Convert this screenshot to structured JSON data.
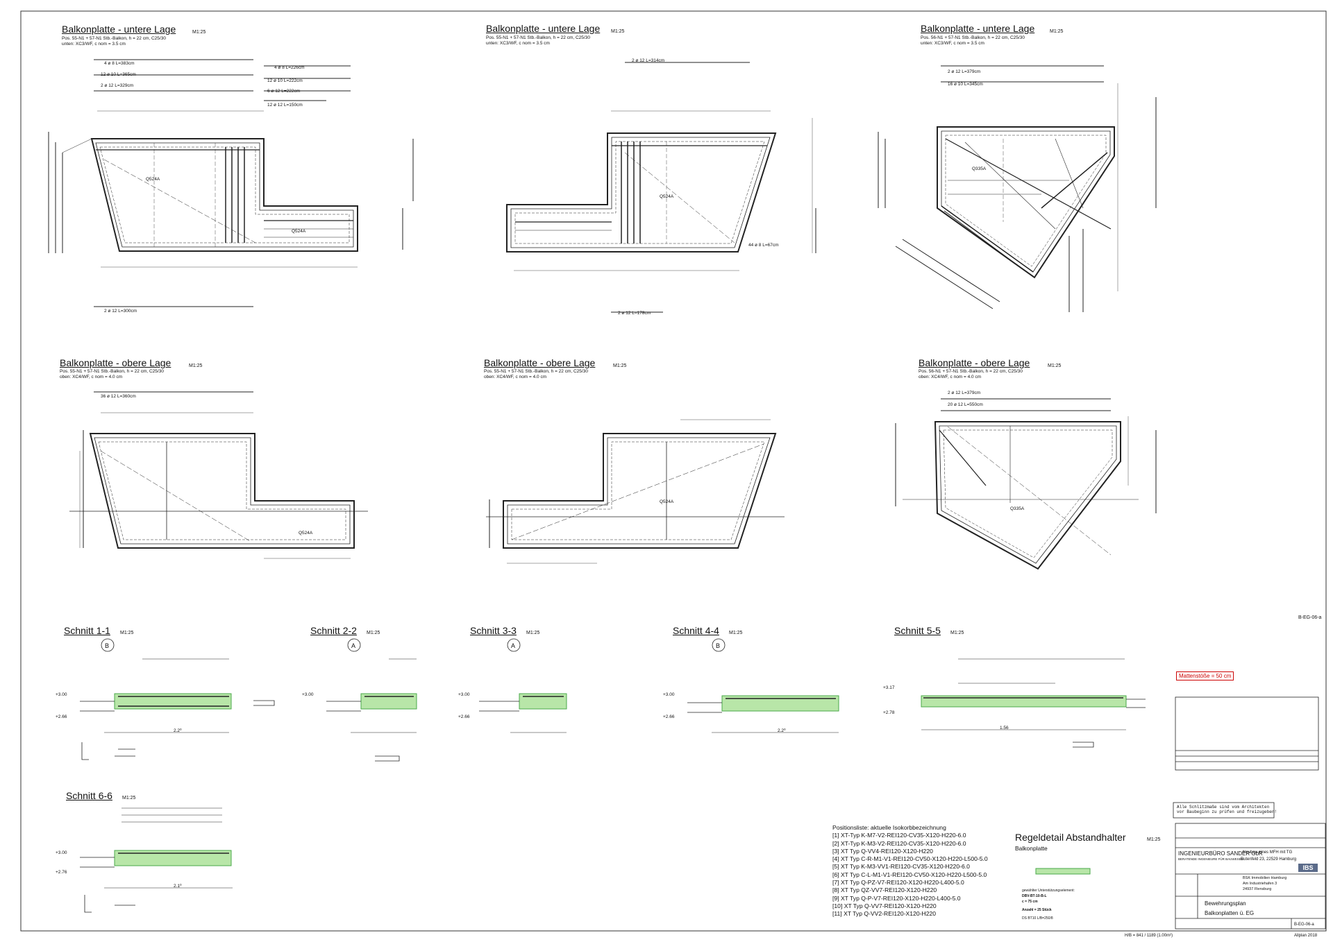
{
  "plans": [
    {
      "title": "Balkonplatte - untere Lage",
      "scale": "M1:25",
      "line1": "Pos. 55-N1 + 57-N1  Stb.-Balkon, h = 22 cm, C25/30",
      "line2": "unten: XC3/WF, c nom = 3.5 cm"
    },
    {
      "title": "Balkonplatte - untere Lage",
      "scale": "M1:25",
      "line1": "Pos. 55-N1 + 57-N1  Stb.-Balkon, h = 22 cm, C25/30",
      "line2": "unten: XC3/WF, c nom = 3.5 cm"
    },
    {
      "title": "Balkonplatte - untere Lage",
      "scale": "M1:25",
      "line1": "Pos. 56-N1 + 57-N1  Stb.-Balkon, h = 22 cm, C25/30",
      "line2": "unten: XC3/WF, c nom = 3.5 cm"
    },
    {
      "title": "Balkonplatte - obere Lage",
      "scale": "M1:25",
      "line1": "Pos. 55-N1 + 57-N1  Stb.-Balkon, h = 22 cm, C25/30",
      "line2": "oben: XC4/WF, c nom = 4.0 cm"
    },
    {
      "title": "Balkonplatte - obere Lage",
      "scale": "M1:25",
      "line1": "Pos. 55-N1 + 57-N1  Stb.-Balkon, h = 22 cm, C25/30",
      "line2": "oben: XC4/WF, c nom = 4.0 cm"
    },
    {
      "title": "Balkonplatte - obere Lage",
      "scale": "M1:25",
      "line1": "Pos. 56-N1 + 57-N1  Stb.-Balkon, h = 22 cm, C25/30",
      "line2": "oben: XC4/WF, c nom = 4.0 cm"
    }
  ],
  "sections": [
    {
      "title": "Schnitt 1-1",
      "scale": "M1:25",
      "axis": "B"
    },
    {
      "title": "Schnitt 2-2",
      "scale": "M1:25",
      "axis": "A"
    },
    {
      "title": "Schnitt 3-3",
      "scale": "M1:25",
      "axis": "A"
    },
    {
      "title": "Schnitt 4-4",
      "scale": "M1:25",
      "axis": "B"
    },
    {
      "title": "Schnitt 5-5",
      "scale": "M1:25",
      "axis": ""
    },
    {
      "title": "Schnitt 6-6",
      "scale": "M1:25",
      "axis": ""
    }
  ],
  "bar_labels": {
    "p1_a": "4 ø 8 L=383cm",
    "p1_b": "12 ø 10 L=365cm",
    "p1_c": "2 ø 12 L=329cm",
    "p1_d": "4 ø 8 L=226cm",
    "p1_e": "12 ø 10 L=222cm",
    "p1_f": "6 ø 12 L=222cm",
    "p1_g": "12 ø 12 L=150cm",
    "p1_h": "2 ø 12 L=300cm",
    "p2_a": "2 ø 12 L=314cm",
    "p2_b": "44 ø 8 L=67cm",
    "p2_c": "2 ø 12 L=178cm",
    "p3_a": "2 ø 12 L=379cm",
    "p3_b": "16 ø 10 L=345cm",
    "p4_a": "36 ø 12 L=360cm",
    "p6_a": "2 ø 12 L=379cm",
    "p6_b": "20 ø 12 L=550cm",
    "mesh": "Q524A",
    "mesh2": "Q335A"
  },
  "section_dims": {
    "top": "+3.00",
    "bottom": "+2.66",
    "s5top": "+3.17",
    "s5bot": "+2.78",
    "s6bot": "+2.76",
    "span1": "2.2⁰",
    "span5": "1.56",
    "span6": "2.1⁰"
  },
  "drawing_code": "B-EG-06-a",
  "mattenstoss": "Mattenstöße = 50 cm",
  "positions": {
    "header": "Positionsliste: aktuelle Isokorbbezeichnung",
    "items": [
      "[1] XT-Typ K-M7-V2-REI120-CV35-X120-H220-6.0",
      "[2] XT-Typ K-M3-V2-REI120-CV35-X120-H220-6.0",
      "[3] XT Typ Q-VV4-REI120-X120-H220",
      "[4] XT Typ C-R-M1-V1-REI120-CV50-X120-H220-L500-5.0",
      "[5] XT Typ K-M3-VV1-REI120-CV35-X120-H220-6.0",
      "[6] XT Typ C-L-M1-V1-REI120-CV50-X120-H220-L500-5.0",
      "[7] XT Typ Q-PZ-V7-REI120-X120-H220-L400-5.0",
      "[8] XT Typ QZ-VV7-REI120-X120-H220",
      "[9] XT Typ Q-P-V7-REI120-X120-H220-L400-5.0",
      "[10] XT Typ Q-VV7-REI120-X120-H220",
      "[11] XT Typ Q-VV2-REI120-X120-H220"
    ]
  },
  "regeldetail": {
    "title": "Regeldetail Abstandhalter",
    "scale": "M1:25",
    "sub": "Balkonplatte",
    "note1": "gewählter Unterstützungselement:",
    "note2": "DBV-BT-10-B-L",
    "note3": "c = 75 cm",
    "note4": "Anzahl = 25 Stück",
    "note5": "DS BT10 L/B=250/8"
  },
  "architect_note": "Alle Schlitzmaße sind vom Architekten\nvor Baubeginn zu prüfen und freizugeben!",
  "title_block": {
    "office": "INGENIEURBÜRO SANDER GbR",
    "office_sub": "BERATENDE INGENIEURE FÜR BAUWESEN",
    "office_addr": "Butenfeld 23,  22529  Hamburg",
    "project": "Neubau eines MFH mit TG",
    "client": "BSK Immobilien Hamburg",
    "client_addr1": "Am Industriehafen 3",
    "client_addr2": "24937  Flensburg",
    "plan_type": "Bewehrungsplan",
    "plan_name": "Balkonplatten ü. EG",
    "plan_no": "B-EG-06-a",
    "logo": "IBS",
    "format": "H/B = 841 / 1189 (1.00m²)",
    "software": "Allplan 2018"
  },
  "colors": {
    "line": "#222222",
    "green": "#b8e6a8",
    "greenEdge": "#4aa84a",
    "red": "#cc0000"
  }
}
